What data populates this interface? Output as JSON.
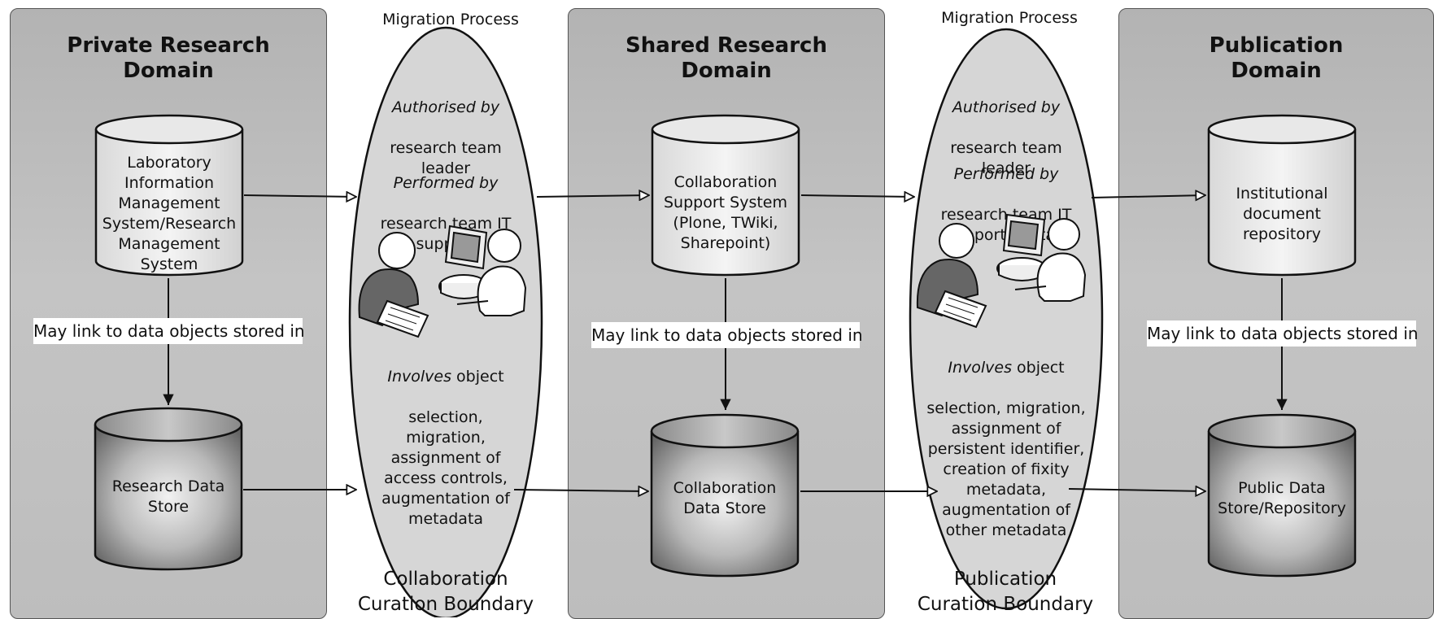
{
  "domains": {
    "private": {
      "title": "Private Research\nDomain"
    },
    "shared": {
      "title": "Shared Research\nDomain"
    },
    "publication": {
      "title": "Publication\nDomain"
    }
  },
  "systems": {
    "lims": "Laboratory\nInformation\nManagement\nSystem/Research\nManagement\nSystem",
    "collab_support": "Collaboration\nSupport System\n(Plone, TWiki,\nSharepoint)",
    "institutional_repo": "Institutional\ndocument\nrepository"
  },
  "stores": {
    "research_data": "Research Data\nStore",
    "collab_data": "Collaboration\nData Store",
    "public_data": "Public Data\nStore/Repository"
  },
  "link_label": "May link to data objects stored in",
  "migration": {
    "title": "Migration Process",
    "collab": {
      "authorised_label": "Authorised by",
      "authorised_by": "research team\nleader",
      "performed_label": "Performed by",
      "performed_by": "research team IT\nsupport",
      "involves_label": "Involves",
      "involves_first": " object",
      "involves_rest": "selection,\nmigration,\nassignment of\naccess controls,\naugmentation of\nmetadata"
    },
    "publication": {
      "authorised_label": "Authorised by",
      "authorised_by": "research team\nleader",
      "performed_label": "Performed by",
      "performed_by": "research team IT\nsupport/IR staff",
      "involves_label": "Involves",
      "involves_first": " object",
      "involves_rest": "selection, migration,\nassignment of\npersistent identifier,\ncreation of fixity\nmetadata,\naugmentation of\nother metadata"
    }
  },
  "boundaries": {
    "collaboration": "Collaboration\nCuration Boundary",
    "publication": "Publication\nCuration Boundary"
  },
  "colors": {
    "panel": "#bdbdbd",
    "ellipse": "#d6d6d6",
    "label_bg": "#ffffff",
    "stroke": "#111111"
  },
  "icons": [
    "person-writing-icon",
    "person-at-computer-icon"
  ]
}
